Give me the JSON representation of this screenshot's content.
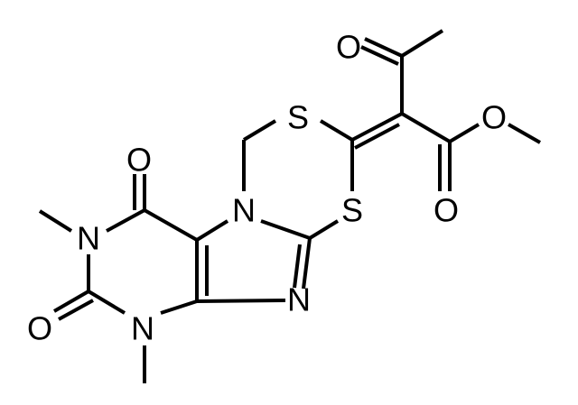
{
  "molecule": {
    "atoms": {
      "o_acetyl": "O",
      "s_top": "S",
      "o_ester": "O",
      "o_c4": "O",
      "n_ring": "N",
      "s_right": "S",
      "o_carbonyl": "O",
      "n_amide": "N",
      "n_imine": "N",
      "o_c2": "O",
      "n_bottom": "N"
    }
  }
}
